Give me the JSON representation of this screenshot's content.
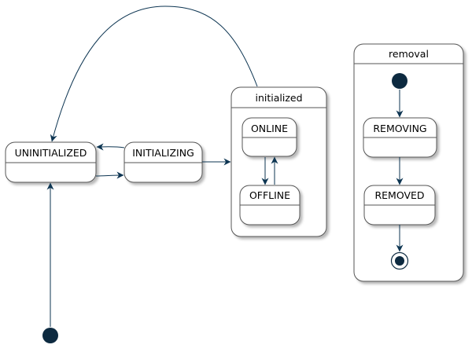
{
  "diagram": {
    "colors": {
      "edge": "#0d3552",
      "border": "#555555",
      "pseudostate": "#0d2a40",
      "background": "#ffffff"
    },
    "states": {
      "uninitialized": "UNINITIALIZED",
      "initializing": "INITIALIZING",
      "initialized": "initialized",
      "online": "ONLINE",
      "offline": "OFFLINE",
      "removal": "removal",
      "removing": "REMOVING",
      "removed": "REMOVED"
    }
  }
}
